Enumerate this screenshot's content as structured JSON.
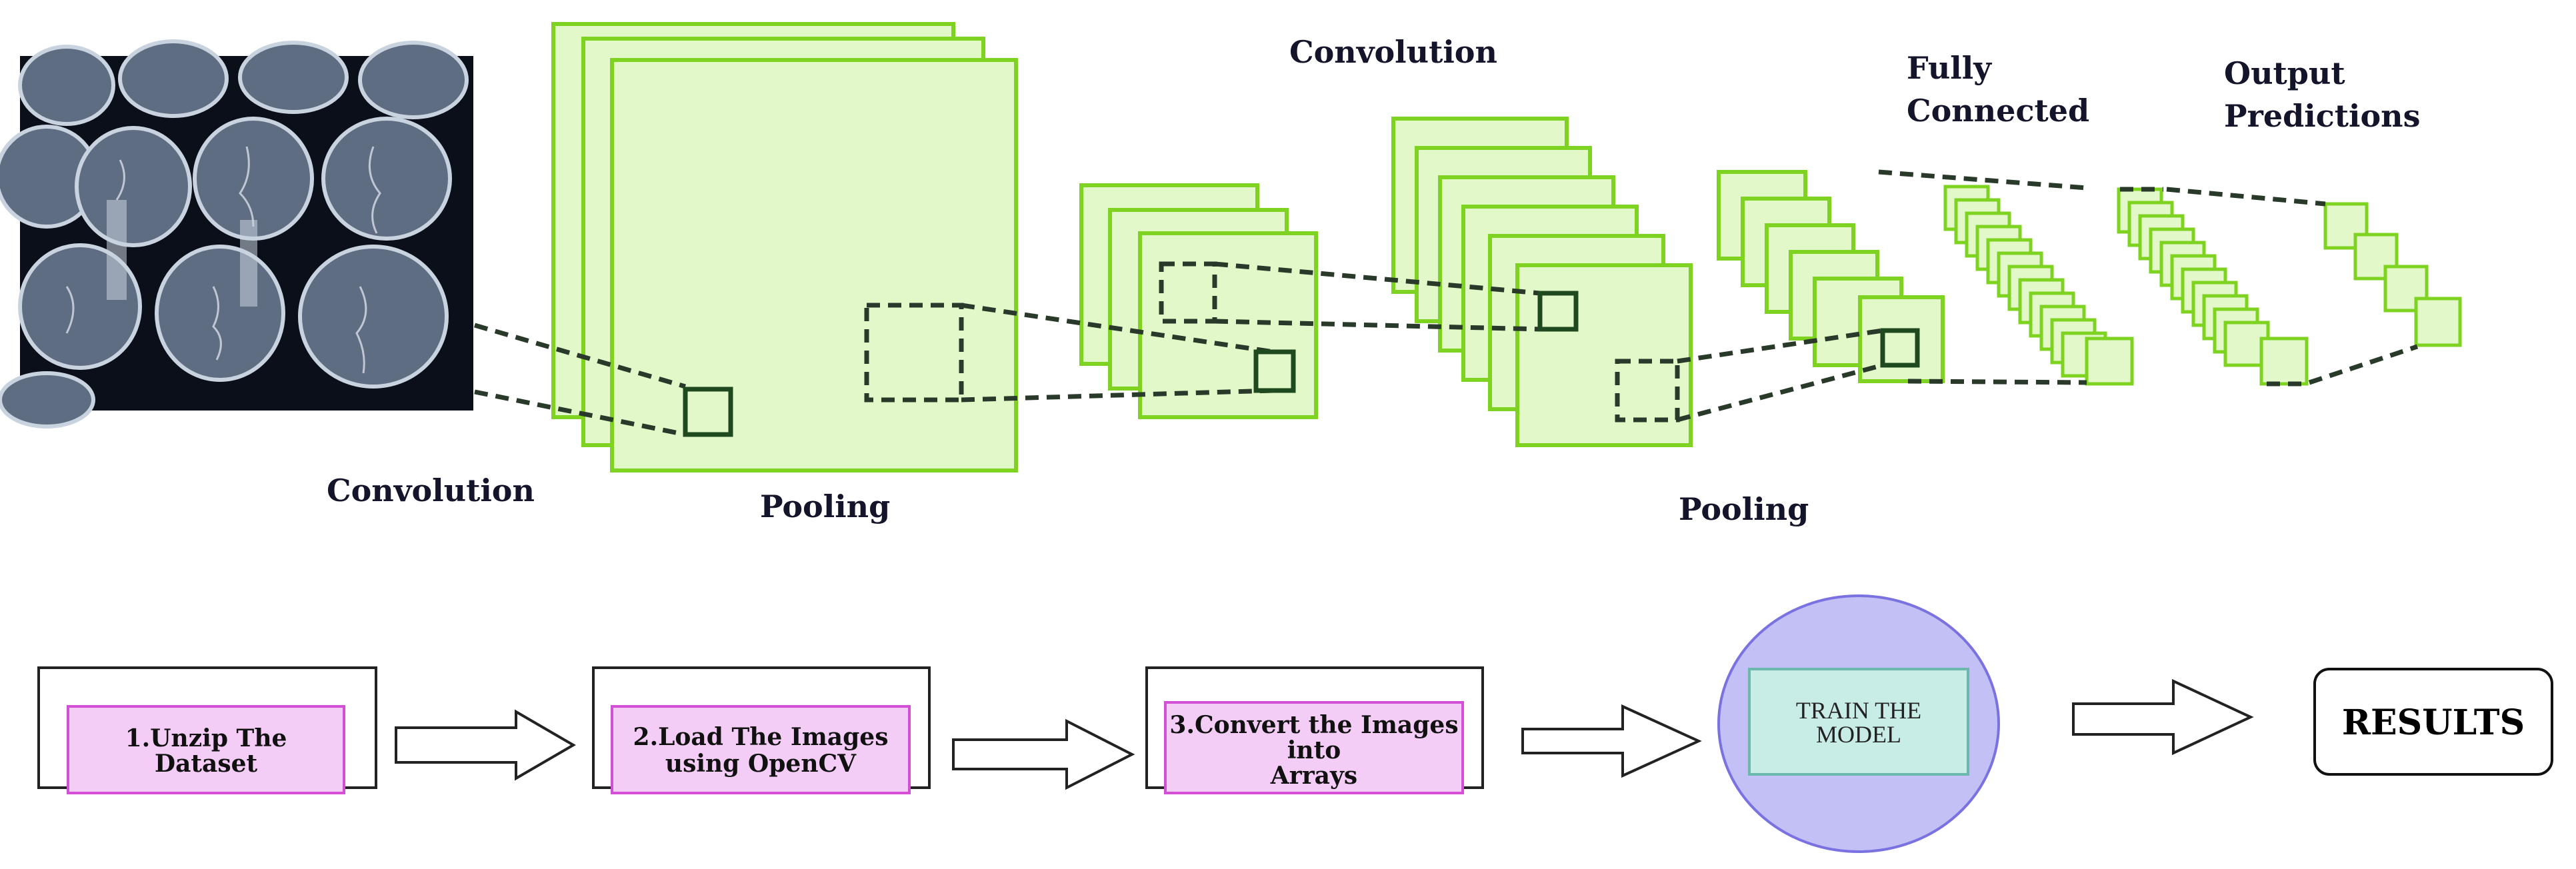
{
  "cnn_labels": {
    "convolution_1": "Convolution",
    "pooling_1": "Pooling",
    "convolution_2": "Convolution",
    "pooling_2": "Pooling",
    "fully_connected_1": "Fully",
    "fully_connected_2": "Connected",
    "output_1": "Output",
    "output_2": "Predictions"
  },
  "pipeline": {
    "step1": {
      "line1": "1.Unzip The",
      "line2": "Dataset"
    },
    "step2": {
      "line1": "2.Load The Images",
      "line2": "using OpenCV"
    },
    "step3": {
      "line1": "3.Convert the Images",
      "line2": "into",
      "line3": "Arrays"
    },
    "train": {
      "line1": "TRAIN THE",
      "line2": "MODEL"
    },
    "results": "RESULTS"
  },
  "colors": {
    "feature_map_fill": "#e3f8c9",
    "feature_map_stroke": "#7ed321",
    "step_box_fill": "#f3cdf6",
    "step_box_stroke": "#d24fd6",
    "train_circle_fill": "#c2c0f4",
    "train_circle_stroke": "#7a72e0",
    "train_box_fill": "#c8ece6",
    "train_box_stroke": "#6cb8ad",
    "dashed_line": "#2a3a2a"
  },
  "icons": {
    "input_image": "mri-brain-scans-image",
    "arrow": "hollow-right-arrow"
  }
}
